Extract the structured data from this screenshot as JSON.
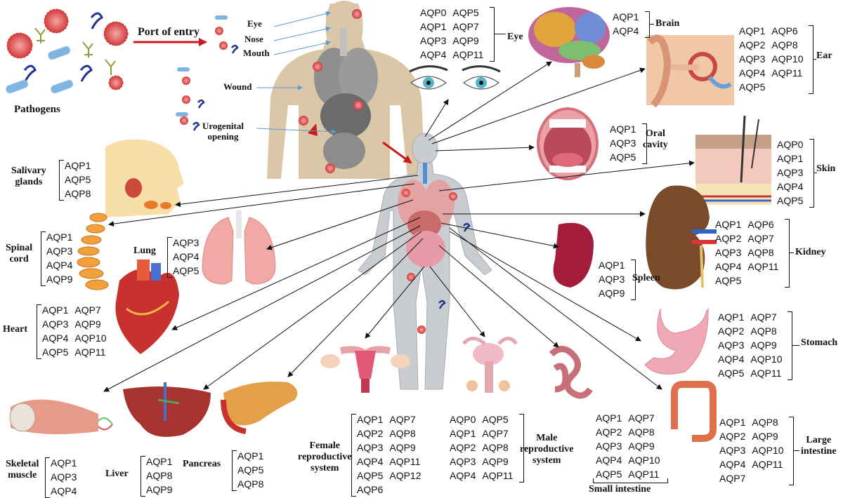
{
  "pathogens": {
    "label": "Pathogens"
  },
  "entry": {
    "title": "Port of entry",
    "routes": [
      "Eye",
      "Nose",
      "Mouth",
      "Wound",
      "Urogenital\nopening"
    ]
  },
  "organs": {
    "eye": {
      "name": "Eye",
      "columns": [
        [
          "AQP0",
          "AQP1",
          "AQP3",
          "AQP4"
        ],
        [
          "AQP5",
          "AQP7",
          "AQP9",
          "AQP11"
        ]
      ]
    },
    "brain": {
      "name": "Brain",
      "columns": [
        [
          "AQP1",
          "AQP4"
        ]
      ]
    },
    "ear": {
      "name": "Ear",
      "columns": [
        [
          "AQP1",
          "AQP2",
          "AQP3",
          "AQP4",
          "AQP5"
        ],
        [
          "AQP6",
          "AQP8",
          "AQP10",
          "AQP11"
        ]
      ]
    },
    "oral": {
      "name": "Oral\ncavity",
      "columns": [
        [
          "AQP1",
          "AQP3",
          "AQP5"
        ]
      ]
    },
    "skin": {
      "name": "Skin",
      "columns": [
        [
          "AQP0",
          "AQP1",
          "AQP3",
          "AQP4",
          "AQP5"
        ]
      ]
    },
    "salivary": {
      "name": "Salivary\nglands",
      "columns": [
        [
          "AQP1",
          "AQP5",
          "AQP8"
        ]
      ]
    },
    "spinal": {
      "name": "Spinal\ncord",
      "columns": [
        [
          "AQP1",
          "AQP3",
          "AQP4",
          "AQP9"
        ]
      ]
    },
    "lung": {
      "name": "Lung",
      "columns": [
        [
          "AQP3",
          "AQP4",
          "AQP5"
        ]
      ]
    },
    "spleen": {
      "name": "Spleen",
      "columns": [
        [
          "AQP1",
          "AQP3",
          "AQP9"
        ]
      ]
    },
    "kidney": {
      "name": "Kidney",
      "columns": [
        [
          "AQP1",
          "AQP2",
          "AQP3",
          "AQP4",
          "AQP5"
        ],
        [
          "AQP6",
          "AQP7",
          "AQP8",
          "AQP11"
        ]
      ]
    },
    "heart": {
      "name": "Heart",
      "columns": [
        [
          "AQP1",
          "AQP3",
          "AQP4",
          "AQP5"
        ],
        [
          "AQP7",
          "AQP9",
          "AQP10",
          "AQP11"
        ]
      ]
    },
    "stomach": {
      "name": "Stomach",
      "columns": [
        [
          "AQP1",
          "AQP2",
          "AQP3",
          "AQP4",
          "AQP5"
        ],
        [
          "AQP7",
          "AQP8",
          "AQP9",
          "AQP10",
          "AQP11"
        ]
      ]
    },
    "skeletal": {
      "name": "Skeletal\nmuscle",
      "columns": [
        [
          "AQP1",
          "AQP3",
          "AQP4"
        ]
      ]
    },
    "liver": {
      "name": "Liver",
      "columns": [
        [
          "AQP1",
          "AQP8",
          "AQP9"
        ]
      ]
    },
    "pancreas": {
      "name": "Pancreas",
      "columns": [
        [
          "AQP1",
          "AQP5",
          "AQP8"
        ]
      ]
    },
    "female": {
      "name": "Female\nreproductive\nsystem",
      "columns": [
        [
          "AQP1",
          "AQP2",
          "AQP3",
          "AQP4",
          "AQP5",
          "AQP6"
        ],
        [
          "AQP7",
          "AQP8",
          "AQP9",
          "AQP11",
          "AQP12"
        ]
      ]
    },
    "male": {
      "name": "Male\nreproductive\nsystem",
      "columns": [
        [
          "AQP0",
          "AQP1",
          "AQP2",
          "AQP3",
          "AQP4"
        ],
        [
          "AQP5",
          "AQP7",
          "AQP8",
          "AQP9",
          "AQP11"
        ]
      ]
    },
    "small": {
      "name": "Small intestine",
      "columns": [
        [
          "AQP1",
          "AQP2",
          "AQP3",
          "AQP4",
          "AQP5"
        ],
        [
          "AQP7",
          "AQP8",
          "AQP9",
          "AQP10",
          "AQP11"
        ]
      ]
    },
    "large": {
      "name": "Large\nintestine",
      "columns": [
        [
          "AQP1",
          "AQP2",
          "AQP3",
          "AQP4",
          "AQP7"
        ],
        [
          "AQP8",
          "AQP9",
          "AQP10",
          "AQP11"
        ]
      ]
    }
  },
  "colors": {
    "arrow": "#111111",
    "entry_arrow": "#cc1a1a",
    "route_arrow": "#5a9bd4",
    "body": "#c9cdd1",
    "inset_bg": "#d9c7a7"
  }
}
